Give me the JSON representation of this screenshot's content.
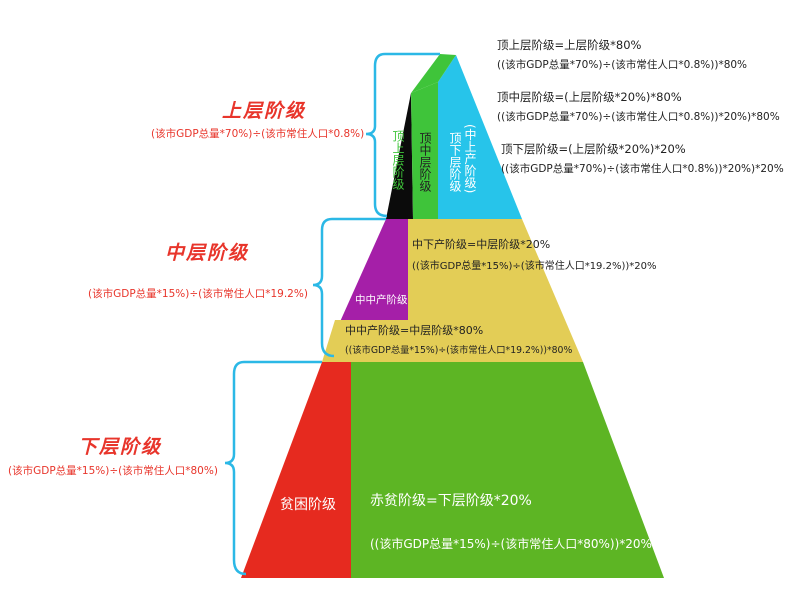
{
  "upper": {
    "title": "上层阶级",
    "formula": "(该市GDP总量*70%)÷(该市常住人口*0.8%)",
    "top_upper": {
      "label": "顶上层阶级",
      "formula_a": "顶上层阶级=上层阶级*80%",
      "formula_b": "((该市GDP总量*70%)÷(该市常住人口*0.8%))*80%"
    },
    "top_middle": {
      "label": "顶中层阶级",
      "formula_a": "顶中层阶级=(上层阶级*20%)*80%",
      "formula_b": "((该市GDP总量*70%)÷(该市常住人口*0.8%))*20%)*80%"
    },
    "top_lower": {
      "label": "顶下层阶级",
      "label_paren": "(中上产阶级)",
      "formula_a": "顶下层阶级=(上层阶级*20%)*20%",
      "formula_b": "((该市GDP总量*70%)÷(该市常住人口*0.8%))*20%)*20%"
    },
    "colors": {
      "top_upper": "#0b0b0b",
      "top_middle": "#3fc43a",
      "top_lower": "#27c4ea"
    }
  },
  "middle": {
    "title": "中层阶级",
    "formula": "(该市GDP总量*15%)÷(该市常住人口*19.2%)",
    "mid_mid": {
      "label": "中中产阶级",
      "formula_a": "中中产阶级=中层阶级*80%",
      "formula_b": "((该市GDP总量*15%)÷(该市常住人口*19.2%))*80%"
    },
    "mid_low": {
      "formula_a": "中下产阶级=中层阶级*20%",
      "formula_b": "((该市GDP总量*15%)÷(该市常住人口*19.2%))*20%"
    },
    "colors": {
      "mid_mid": "#a51fa8",
      "mid_low": "#e3cd56"
    }
  },
  "lower": {
    "title": "下层阶级",
    "formula": "(该市GDP总量*15%)÷(该市常住人口*80%)",
    "poor": {
      "label": "贫困阶级"
    },
    "red_poor": {
      "formula_a": "赤贫阶级=下层阶级*20%",
      "formula_b": "((该市GDP总量*15%)÷(该市常住人口*80%))*20%"
    },
    "colors": {
      "poor": "#e62a1f",
      "red_poor": "#5db524"
    }
  },
  "bracket_color": "#2bb8e6"
}
